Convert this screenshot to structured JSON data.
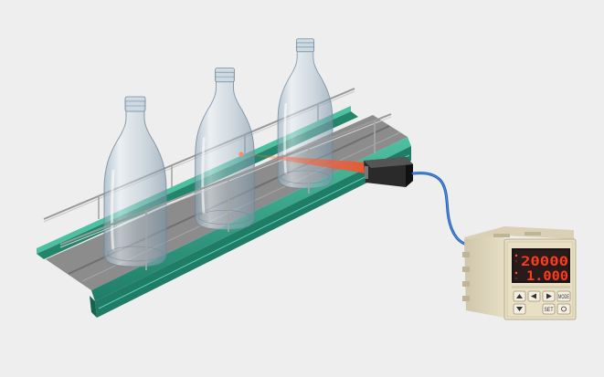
{
  "controller": {
    "display_top": "20000",
    "display_bottom": "1.000",
    "mode_button": "MODE",
    "set_button": "SET"
  },
  "colors": {
    "background": "#eeeeee",
    "conveyor_rail": "#2e9c82",
    "conveyor_belt": "#8c8c8c",
    "laser_beam": "#f4502a",
    "sensor_body": "#2a2a2a",
    "cable": "#1d5fb4",
    "controller_face": "#e8dfc5",
    "led_digits": "#ff3b1f"
  }
}
